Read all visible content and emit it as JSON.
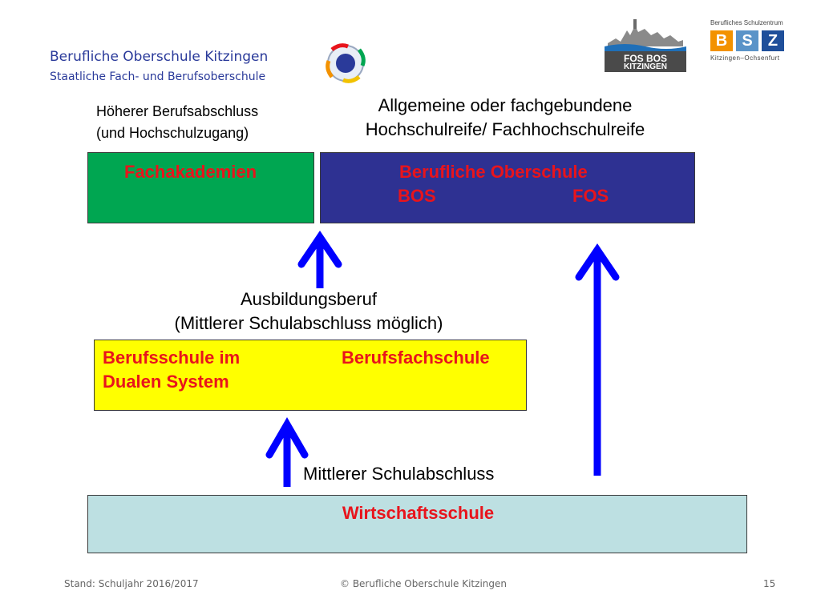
{
  "header": {
    "school_name": "Berufliche Oberschule Kitzingen",
    "school_subtitle": "Staatliche Fach- und Berufsoberschule"
  },
  "logos": {
    "fosbos_line1": "FOS BOS",
    "fosbos_line2": "KITZINGEN",
    "bsz_top": "Berufliches Schulzentrum",
    "bsz_letters": [
      "B",
      "S",
      "Z"
    ],
    "bsz_bottom": "Kitzingen–Ochsenfurt"
  },
  "labels": {
    "hoeherer_line1": "Höherer Berufsabschluss",
    "hoeherer_line2": "(und Hochschulzugang)",
    "hochschulreife_line1": "Allgemeine oder fachgebundene",
    "hochschulreife_line2": "Hochschulreife/ Fachhochschulreife",
    "ausbildung_line1": "Ausbildungsberuf",
    "ausbildung_line2": "(Mittlerer Schulabschluss möglich)",
    "mittlerer": "Mittlerer Schulabschluss"
  },
  "boxes": {
    "fachakademien": "Fachakademien",
    "bo_title": "Berufliche Oberschule",
    "bos": "BOS",
    "fos": "FOS",
    "berufsschule_line1": "Berufsschule im",
    "berufsschule_line2": "Dualen System",
    "berufsfachschule": "Berufsfachschule",
    "wirtschaftsschule": "Wirtschaftsschule"
  },
  "colors": {
    "fachakademien_fill": "#00a651",
    "bo_fill": "#2e3192",
    "berufsschule_fill": "#ffff00",
    "wirtschaftsschule_fill": "#bde0e2",
    "box_text": "#e8141c",
    "arrow": "#0000ff"
  },
  "footer": {
    "stand": "Stand: Schuljahr 2016/2017",
    "copyright": "© Berufliche Oberschule Kitzingen",
    "page": "15"
  }
}
